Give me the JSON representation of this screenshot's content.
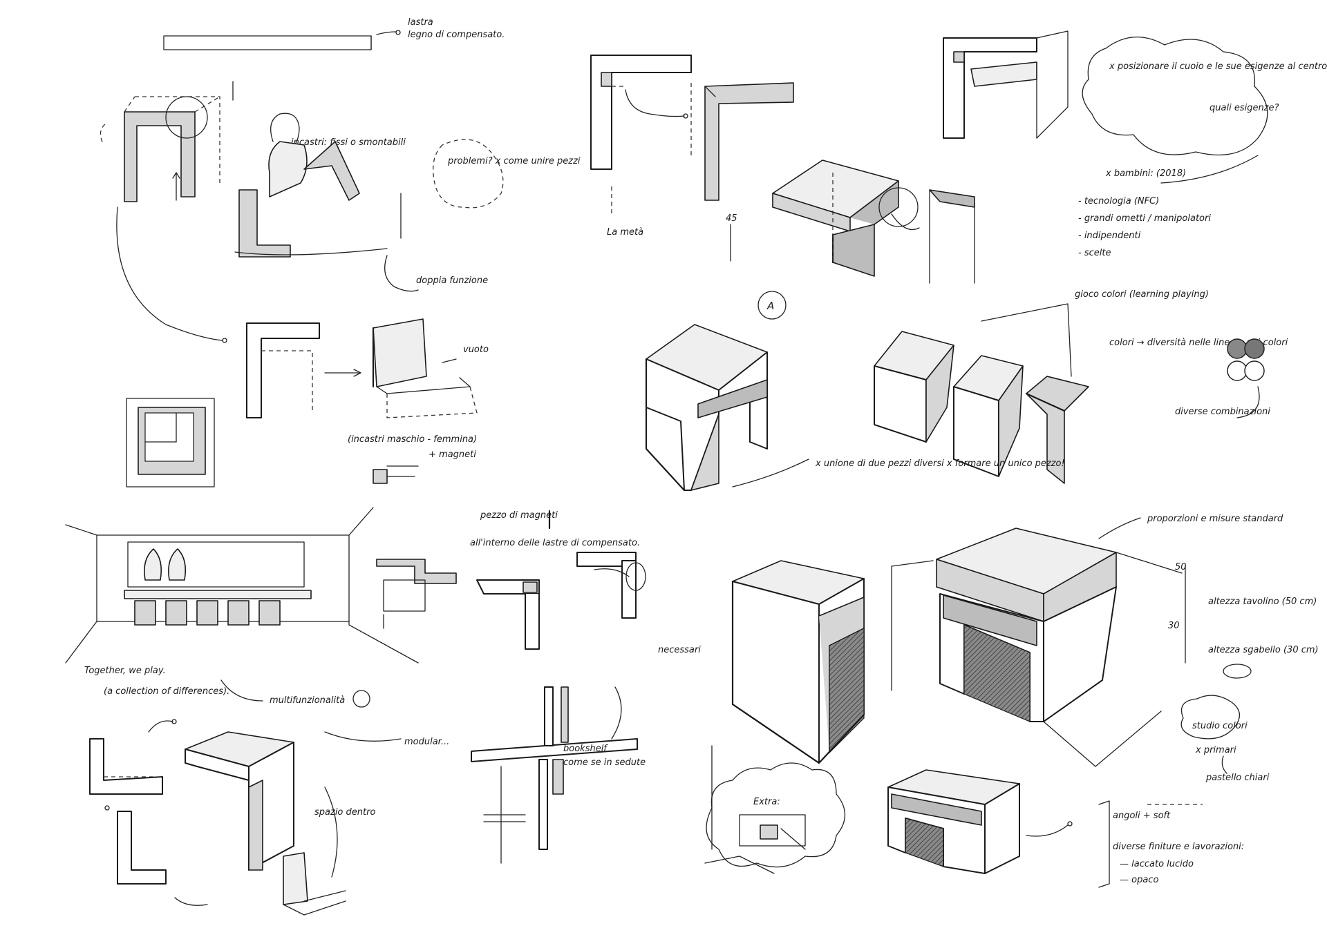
{
  "notes": {
    "lastra": "lastra",
    "legno": "legno di compensato.",
    "incastri": "incastri: fissi o smontabili",
    "problemi": "problemi? x come unire pezzi",
    "doppia": "doppia funzione",
    "vuoto": "vuoto",
    "incastri_mf": "(incastri maschio - femmina)",
    "magneti": "+ magneti",
    "posizionare": "x posizionare il cuoio e le sue esigenze al centro di tutto",
    "quali": "quali esigenze?",
    "bambini": "x bambini: (2018)",
    "list": [
      "- tecnologia (NFC)",
      "- grandi ometti / manipolatori",
      "- indipendenti",
      "- scelte"
    ],
    "la_meta": "La metà",
    "circle_a": "A",
    "gioco": "gioco colori (learning playing)",
    "colori": "colori → diversità nelle linee e nei colori",
    "diverse": "diverse combinazioni",
    "unione": "x unione di due pezzi diversi x formare un unico pezzo!",
    "together": "Together, we play.",
    "collection": "(a collection of differences).",
    "multifunzionalita": "multifunzionalità",
    "pezzo_magneti": "pezzo di magneti",
    "interno": "all'interno delle lastre di compensato.",
    "necessari": "necessari",
    "modular": "modular...",
    "bookshelf": "bookshelf",
    "come_in": "come se in sedute",
    "spazio": "spazio dentro",
    "extra": "Extra:",
    "proporzioni": "proporzioni e misure standard",
    "altezza": "altezza tavolino (50 cm)",
    "altezza2": "altezza sgabello (30 cm)",
    "studio": "studio colori",
    "primari": "x primari",
    "pastello": "pastello chiari",
    "angoli": "angoli + soft",
    "finiture": "diverse finiture e lavorazioni:",
    "laccato": "— laccato lucido",
    "opaco": "— opaco",
    "dim_45": "45",
    "dim_50": "50",
    "dim_30": "30"
  }
}
